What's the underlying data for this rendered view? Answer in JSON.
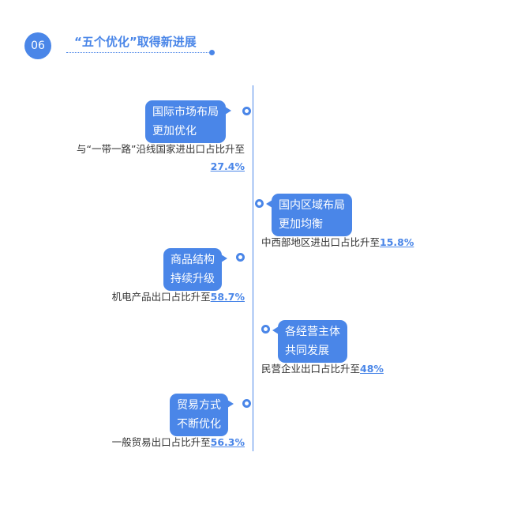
{
  "header": {
    "number": "06",
    "title": "“五个优化”取得新进展"
  },
  "items": [
    {
      "title_lines": [
        "国际市场布局",
        "更加优化"
      ],
      "desc_lines": [
        "与“一带一路”沿线国家进出口占比升至",
        ""
      ],
      "value": "27.4%"
    },
    {
      "title_lines": [
        "国内区域布局",
        "更加均衡"
      ],
      "desc_lines": [
        "中西部地区进出口占比升至"
      ],
      "value": "15.8%"
    },
    {
      "title_lines": [
        "商品结构",
        "持续升级"
      ],
      "desc_lines": [
        "机电产品出口占比升至"
      ],
      "value": "58.7%"
    },
    {
      "title_lines": [
        "各经营主体",
        "共同发展"
      ],
      "desc_lines": [
        "民营企业出口占比升至"
      ],
      "value": "48%"
    },
    {
      "title_lines": [
        "贸易方式",
        "不断优化"
      ],
      "desc_lines": [
        "一般贸易出口占比升至"
      ],
      "value": "56.3%"
    }
  ],
  "colors": {
    "accent": "#4a86e8",
    "text": "#333333",
    "background": "#ffffff"
  }
}
